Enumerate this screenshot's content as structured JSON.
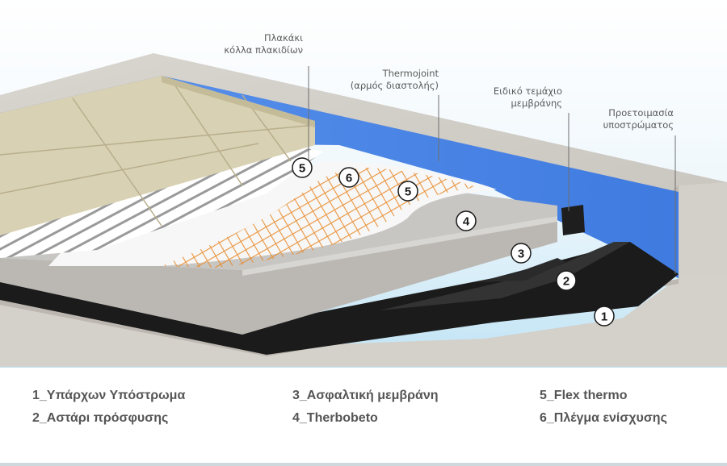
{
  "callouts": {
    "tiles": [
      "Πλακάκι",
      "κόλλα πλακιδίων"
    ],
    "thermojoint": [
      "Thermojoint",
      "(αρμός διαστολής)"
    ],
    "membrane_piece": [
      "Ειδικό τεμάχιο",
      "μεμβράνης"
    ],
    "substrate_prep": [
      "Προετοιμασία",
      "υποστρώματος"
    ]
  },
  "markers": [
    "1",
    "2",
    "3",
    "4",
    "5",
    "6",
    "5"
  ],
  "legend": [
    "1_Υπάρχων Υπόστρωμα",
    "2_Αστάρι πρόσφυσης",
    "3_Ασφαλτική μεμβράνη",
    "4_Therbobeto",
    "5_Flex thermo",
    "6_Πλέγμα ενίσχυσης"
  ],
  "colors": {
    "background_sky": "#d9eef8",
    "concrete": "#d6d3ce",
    "blue_membrane": "#4a86e8",
    "bitumen": "#1a1a1a",
    "tile": "#d8cfae",
    "mesh": "#f0a850",
    "legend_text": "#555555"
  }
}
